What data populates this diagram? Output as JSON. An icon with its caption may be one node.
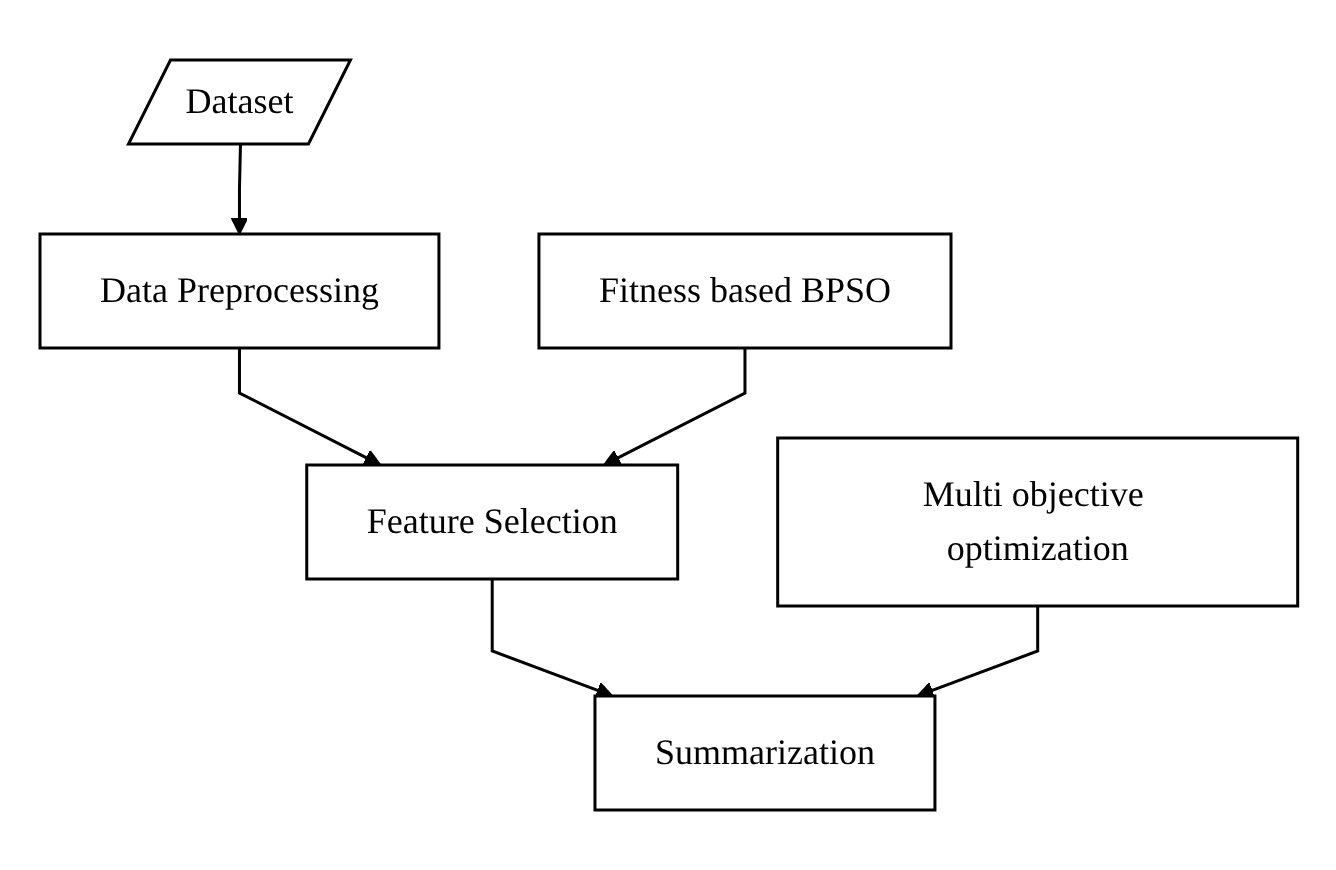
{
  "diagram": {
    "nodes": [
      {
        "text": [
          "Dataset"
        ]
      },
      {
        "text": [
          "Data Preprocessing"
        ]
      },
      {
        "text": [
          "Feature Selection"
        ]
      },
      {
        "text": [
          "Summarization"
        ]
      },
      {
        "text": [
          "Fitness based BPSO"
        ]
      },
      {
        "text": [
          "Multi objective optimization"
        ]
      }
    ],
    "edges": [
      {
        "from": 0,
        "to": 1,
        "arrow": "to"
      },
      {
        "from": 1,
        "to": 2,
        "arrow": "to"
      },
      {
        "from": 4,
        "to": 2,
        "arrow": "to"
      },
      {
        "from": 2,
        "to": 3,
        "arrow": "to"
      },
      {
        "from": 5,
        "to": 3,
        "arrow": "to"
      }
    ]
  }
}
